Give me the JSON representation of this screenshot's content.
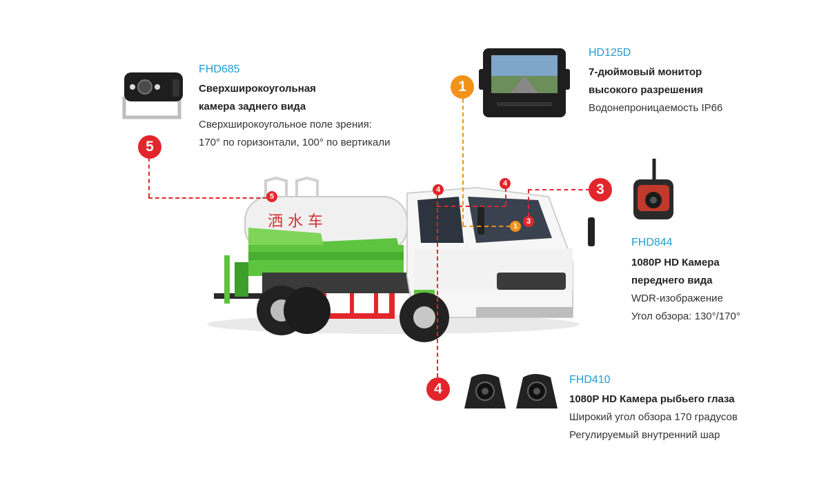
{
  "colors": {
    "accent_model": "#1f9bd1",
    "marker_red": "#e3262c",
    "marker_orange": "#f2921a"
  },
  "products": {
    "monitor": {
      "model": "HD125D",
      "title_lines": [
        "7-дюймовый монитор",
        "высокого разрешения"
      ],
      "desc_lines": [
        "Водонепроницаемость IP66"
      ],
      "marker": "1"
    },
    "rear_camera": {
      "model": "FHD685",
      "title_lines": [
        "Сверхширокоугольная",
        "камера заднего вида"
      ],
      "desc_lines": [
        "Сверхширокоугольное поле зрения:",
        "170° по горизонтали, 100° по вертикали"
      ],
      "marker": "5"
    },
    "front_camera": {
      "model": "FHD844",
      "title_lines": [
        "1080P HD Камера",
        "переднего вида"
      ],
      "desc_lines": [
        "WDR-изображение",
        "Угол обзора: 130°/170°"
      ],
      "marker": "3"
    },
    "fisheye_camera": {
      "model": "FHD410",
      "title_lines": [
        "1080P HD Камера рыбьего глаза"
      ],
      "desc_lines": [
        "Широкий угол обзора 170 градусов",
        "Регулируемый внутренний шар"
      ],
      "marker": "4"
    }
  },
  "truck": {
    "tank_text": "洒 水 车"
  }
}
